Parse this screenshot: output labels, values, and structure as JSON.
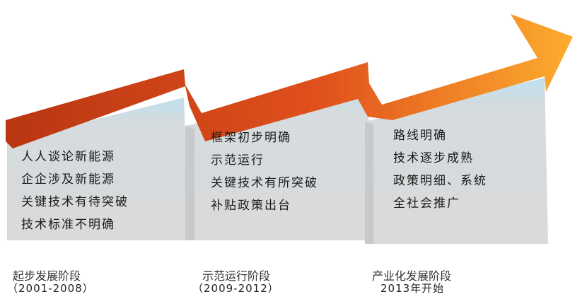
{
  "colors": {
    "panel": "#d9dadb",
    "panel_top": "#c2e0ec",
    "arrow_start": "#b93612",
    "arrow_mid": "#e0501c",
    "arrow_end": "#fcac2e"
  },
  "stages": [
    {
      "name": "起步发展阶段",
      "period": "（2001-2008）",
      "items": [
        "人人谈论新能源",
        "企企涉及新能源",
        "关键技术有待突破",
        "技术标准不明确"
      ]
    },
    {
      "name": "示范运行阶段",
      "period": "（2009-2012）",
      "items": [
        "框架初步明确",
        "示范运行",
        "关键技术有所突破",
        "补贴政策出台"
      ]
    },
    {
      "name": "产业化发展阶段",
      "period": "2013年开始",
      "items": [
        "路线明确",
        "技术逐步成熟",
        "政策明细、系统",
        "全社会推广"
      ]
    }
  ]
}
